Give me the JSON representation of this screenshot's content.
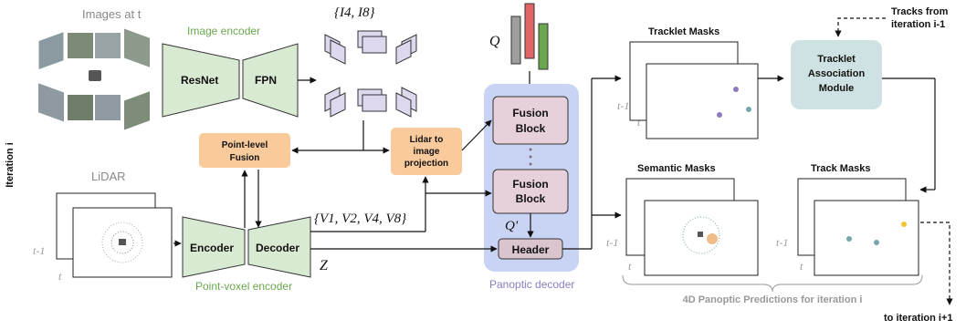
{
  "left_side_label": "Iteration i",
  "images_caption": "Images at t",
  "image_encoder_label": "Image encoder",
  "resnet_label": "ResNet",
  "fpn_label": "FPN",
  "feature_set_label": "{I4, I8}",
  "q_label": "Q",
  "tracklet_masks_title": "Tracklet Masks",
  "tracks_from_label_line1": "Tracks from",
  "tracks_from_label_line2": "iteration i-1",
  "tracklet_association_line1": "Tracklet",
  "tracklet_association_line2": "Association",
  "tracklet_association_line3": "Module",
  "point_level_fusion_line1": "Point-level",
  "point_level_fusion_line2": "Fusion",
  "lidar_projection_line1": "Lidar to",
  "lidar_projection_line2": "image",
  "lidar_projection_line3": "projection",
  "fusion_block_1_line1": "Fusion",
  "fusion_block_1_line2": "Block",
  "fusion_block_2_line1": "Fusion",
  "fusion_block_2_line2": "Block",
  "q_prime_label": "Q'",
  "header_label": "Header",
  "panoptic_decoder_label": "Panoptic decoder",
  "lidar_label": "LiDAR",
  "encoder_label": "Encoder",
  "decoder_label": "Decoder",
  "point_voxel_encoder_label": "Point-voxel encoder",
  "v_set_label": "{V1, V2, V4, V8}",
  "z_label": "Z",
  "semantic_masks_title": "Semantic Masks",
  "track_masks_title": "Track Masks",
  "t_minus_1": "t-1",
  "t_label": "t",
  "predictions_caption": "4D Panoptic Predictions for iteration i",
  "to_next_label": "to iteration i+1",
  "colors": {
    "green_block": "#d9ead3",
    "orange_block": "#f9cb9c",
    "decoder_bg": "#c9d4f5",
    "fusion_block": "#e6d0dc",
    "header_block": "#d9c4d0",
    "association_block": "#cfe2e3",
    "q_gray": "#9e9e9e",
    "q_red": "#e06666",
    "q_green": "#6aa84f",
    "green_text": "#6aa84f",
    "purple_text": "#8e7cc3"
  }
}
